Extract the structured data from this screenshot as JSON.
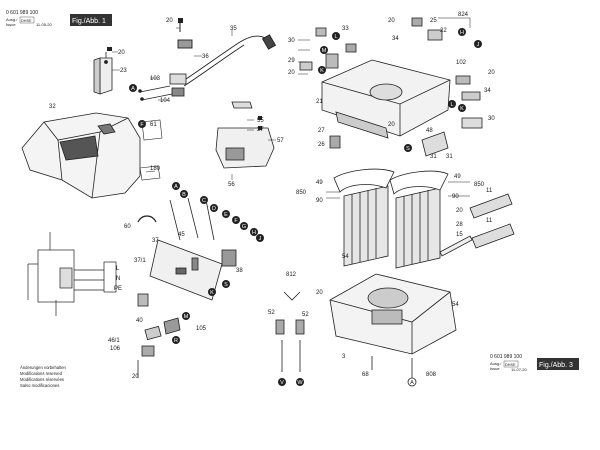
{
  "header_left": {
    "doc_number": "0 601 989 100",
    "issue_label": "Ausg./\nIssue",
    "issue_code": "DHSE",
    "issue_date": "11-05-20",
    "fig_label": "Fig./Abb. 1"
  },
  "header_right": {
    "doc_number": "0 601 989 100",
    "issue_label": "Ausg./\nIssue",
    "issue_code": "DHSE",
    "issue_date": "11-07-20",
    "fig_label": "Fig./Abb. 3"
  },
  "footer_notes": [
    "Änderungen vorbehalten",
    "Modifications reserved",
    "Modifications réservées",
    "Salvo modificaciones"
  ],
  "part_numbers": [
    "20",
    "23",
    "32",
    "35",
    "36",
    "103",
    "104",
    "F",
    "61",
    "180",
    "20",
    "55",
    "27",
    "56",
    "57",
    "33",
    "30",
    "29",
    "20",
    "21",
    "20",
    "26",
    "25",
    "824",
    "22",
    "34",
    "102",
    "20",
    "34",
    "30",
    "20",
    "48",
    "27",
    "26",
    "31",
    "31",
    "49",
    "850",
    "11",
    "49",
    "850",
    "90",
    "90",
    "20",
    "28",
    "15",
    "11",
    "54",
    "60",
    "37",
    "45",
    "38",
    "37/1",
    "L",
    "N",
    "PE",
    "812",
    "52",
    "52",
    "20",
    "54",
    "40",
    "105",
    "46/1",
    "106",
    "20",
    "3",
    "68",
    "808",
    "V",
    "W",
    "A",
    "B",
    "C",
    "D",
    "E",
    "F",
    "G",
    "H",
    "J",
    "K",
    "L",
    "M",
    "R",
    "S"
  ],
  "circle_labels": [
    "A",
    "B",
    "C",
    "D",
    "E",
    "F",
    "G",
    "H",
    "J",
    "K",
    "L",
    "M",
    "R",
    "S",
    "V",
    "W"
  ]
}
